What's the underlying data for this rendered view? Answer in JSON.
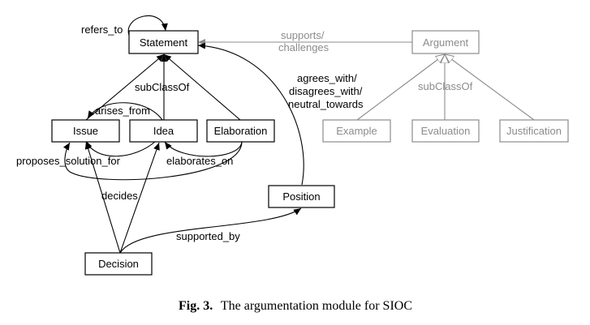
{
  "nodes": {
    "statement": "Statement",
    "argument": "Argument",
    "issue": "Issue",
    "idea": "Idea",
    "elaboration": "Elaboration",
    "example": "Example",
    "evaluation": "Evaluation",
    "justification": "Justification",
    "position": "Position",
    "decision": "Decision"
  },
  "edges": {
    "refers_to": "refers_to",
    "supports_challenges_1": "supports/",
    "supports_challenges_2": "challenges",
    "subclassof_left": "subClassOf",
    "subclassof_right": "subClassOf",
    "arises_from": "arises_from",
    "agrees_1": "agrees_with/",
    "agrees_2": "disagrees_with/",
    "agrees_3": "neutral_towards",
    "proposes_solution_for": "proposes_solution_for",
    "elaborates_on": "elaborates_on",
    "decides": "decides",
    "supported_by": "supported_by"
  },
  "caption": {
    "label": "Fig. 3.",
    "text": "The argumentation module for SIOC"
  },
  "colors": {
    "black": "#000000",
    "gray": "#8c8c8c"
  }
}
